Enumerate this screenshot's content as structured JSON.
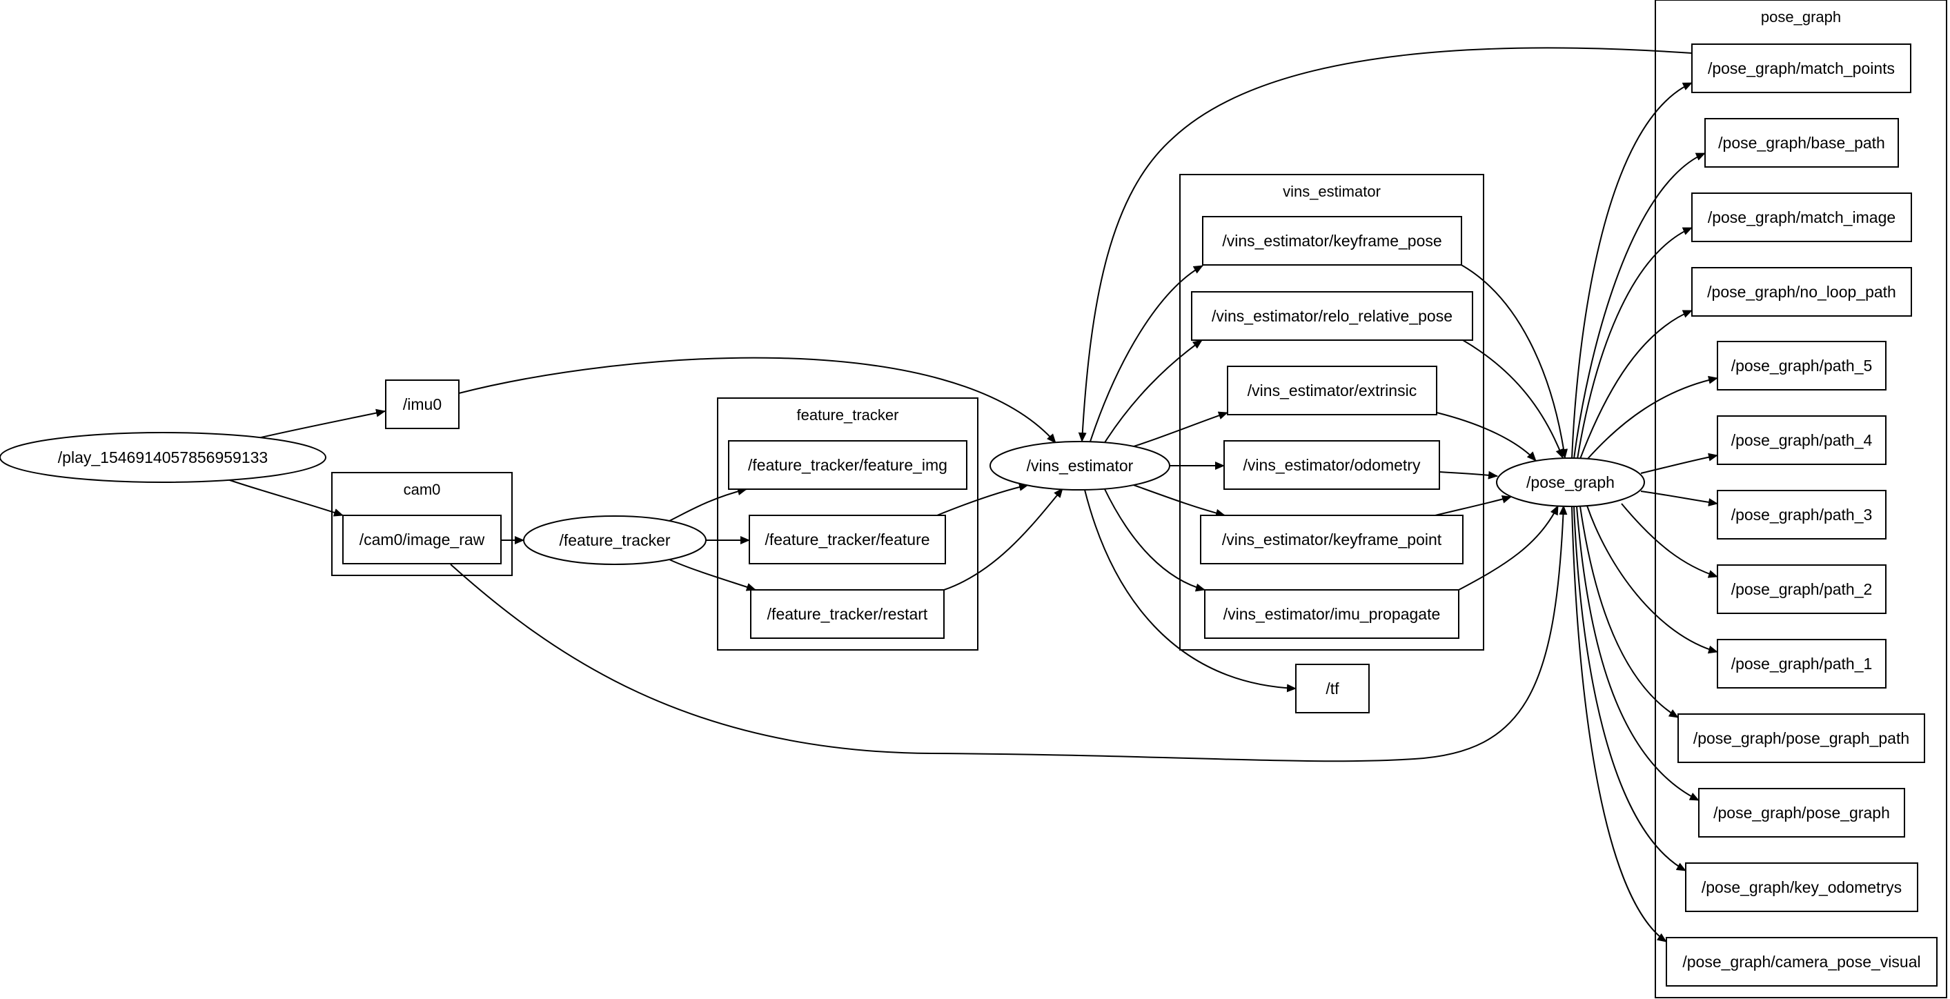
{
  "clusters": [
    {
      "id": "cam0",
      "label": "cam0"
    },
    {
      "id": "feature_tracker",
      "label": "feature_tracker"
    },
    {
      "id": "vins_estimator",
      "label": "vins_estimator"
    },
    {
      "id": "pose_graph",
      "label": "pose_graph"
    }
  ],
  "nodes": [
    {
      "id": "play",
      "label": "/play_1546914057856959133",
      "shape": "ellipse"
    },
    {
      "id": "imu0",
      "label": "/imu0",
      "shape": "box"
    },
    {
      "id": "cam0_image_raw",
      "label": "/cam0/image_raw",
      "shape": "box"
    },
    {
      "id": "feature_tracker_node",
      "label": "/feature_tracker",
      "shape": "ellipse"
    },
    {
      "id": "ft_feature_img",
      "label": "/feature_tracker/feature_img",
      "shape": "box"
    },
    {
      "id": "ft_feature",
      "label": "/feature_tracker/feature",
      "shape": "box"
    },
    {
      "id": "ft_restart",
      "label": "/feature_tracker/restart",
      "shape": "box"
    },
    {
      "id": "vins_node",
      "label": "/vins_estimator",
      "shape": "ellipse"
    },
    {
      "id": "ve_keyframe_pose",
      "label": "/vins_estimator/keyframe_pose",
      "shape": "box"
    },
    {
      "id": "ve_relo_relative_pose",
      "label": "/vins_estimator/relo_relative_pose",
      "shape": "box"
    },
    {
      "id": "ve_extrinsic",
      "label": "/vins_estimator/extrinsic",
      "shape": "box"
    },
    {
      "id": "ve_odometry",
      "label": "/vins_estimator/odometry",
      "shape": "box"
    },
    {
      "id": "ve_keyframe_point",
      "label": "/vins_estimator/keyframe_point",
      "shape": "box"
    },
    {
      "id": "ve_imu_propagate",
      "label": "/vins_estimator/imu_propagate",
      "shape": "box"
    },
    {
      "id": "tf",
      "label": "/tf",
      "shape": "box"
    },
    {
      "id": "pose_graph_node",
      "label": "/pose_graph",
      "shape": "ellipse"
    },
    {
      "id": "pg_match_points",
      "label": "/pose_graph/match_points",
      "shape": "box"
    },
    {
      "id": "pg_base_path",
      "label": "/pose_graph/base_path",
      "shape": "box"
    },
    {
      "id": "pg_match_image",
      "label": "/pose_graph/match_image",
      "shape": "box"
    },
    {
      "id": "pg_no_loop_path",
      "label": "/pose_graph/no_loop_path",
      "shape": "box"
    },
    {
      "id": "pg_path_5",
      "label": "/pose_graph/path_5",
      "shape": "box"
    },
    {
      "id": "pg_path_4",
      "label": "/pose_graph/path_4",
      "shape": "box"
    },
    {
      "id": "pg_path_3",
      "label": "/pose_graph/path_3",
      "shape": "box"
    },
    {
      "id": "pg_path_2",
      "label": "/pose_graph/path_2",
      "shape": "box"
    },
    {
      "id": "pg_path_1",
      "label": "/pose_graph/path_1",
      "shape": "box"
    },
    {
      "id": "pg_pose_graph_path",
      "label": "/pose_graph/pose_graph_path",
      "shape": "box"
    },
    {
      "id": "pg_pose_graph",
      "label": "/pose_graph/pose_graph",
      "shape": "box"
    },
    {
      "id": "pg_key_odometrys",
      "label": "/pose_graph/key_odometrys",
      "shape": "box"
    },
    {
      "id": "pg_camera_pose_visual",
      "label": "/pose_graph/camera_pose_visual",
      "shape": "box"
    }
  ],
  "edges": [
    {
      "from": "play",
      "to": "imu0"
    },
    {
      "from": "play",
      "to": "cam0_image_raw"
    },
    {
      "from": "imu0",
      "to": "vins_node"
    },
    {
      "from": "cam0_image_raw",
      "to": "feature_tracker_node"
    },
    {
      "from": "cam0_image_raw",
      "to": "pose_graph_node"
    },
    {
      "from": "feature_tracker_node",
      "to": "ft_feature_img"
    },
    {
      "from": "feature_tracker_node",
      "to": "ft_feature"
    },
    {
      "from": "feature_tracker_node",
      "to": "ft_restart"
    },
    {
      "from": "ft_feature",
      "to": "vins_node"
    },
    {
      "from": "ft_restart",
      "to": "vins_node"
    },
    {
      "from": "vins_node",
      "to": "ve_keyframe_pose"
    },
    {
      "from": "vins_node",
      "to": "ve_relo_relative_pose"
    },
    {
      "from": "vins_node",
      "to": "ve_extrinsic"
    },
    {
      "from": "vins_node",
      "to": "ve_odometry"
    },
    {
      "from": "vins_node",
      "to": "ve_keyframe_point"
    },
    {
      "from": "vins_node",
      "to": "ve_imu_propagate"
    },
    {
      "from": "vins_node",
      "to": "tf"
    },
    {
      "from": "ve_keyframe_pose",
      "to": "pose_graph_node"
    },
    {
      "from": "ve_relo_relative_pose",
      "to": "pose_graph_node"
    },
    {
      "from": "ve_extrinsic",
      "to": "pose_graph_node"
    },
    {
      "from": "ve_odometry",
      "to": "pose_graph_node"
    },
    {
      "from": "ve_keyframe_point",
      "to": "pose_graph_node"
    },
    {
      "from": "ve_imu_propagate",
      "to": "pose_graph_node"
    },
    {
      "from": "pg_match_points",
      "to": "vins_node"
    },
    {
      "from": "pose_graph_node",
      "to": "pg_match_points"
    },
    {
      "from": "pose_graph_node",
      "to": "pg_base_path"
    },
    {
      "from": "pose_graph_node",
      "to": "pg_match_image"
    },
    {
      "from": "pose_graph_node",
      "to": "pg_no_loop_path"
    },
    {
      "from": "pose_graph_node",
      "to": "pg_path_5"
    },
    {
      "from": "pose_graph_node",
      "to": "pg_path_4"
    },
    {
      "from": "pose_graph_node",
      "to": "pg_path_3"
    },
    {
      "from": "pose_graph_node",
      "to": "pg_path_2"
    },
    {
      "from": "pose_graph_node",
      "to": "pg_path_1"
    },
    {
      "from": "pose_graph_node",
      "to": "pg_pose_graph_path"
    },
    {
      "from": "pose_graph_node",
      "to": "pg_pose_graph"
    },
    {
      "from": "pose_graph_node",
      "to": "pg_key_odometrys"
    },
    {
      "from": "pose_graph_node",
      "to": "pg_camera_pose_visual"
    }
  ]
}
